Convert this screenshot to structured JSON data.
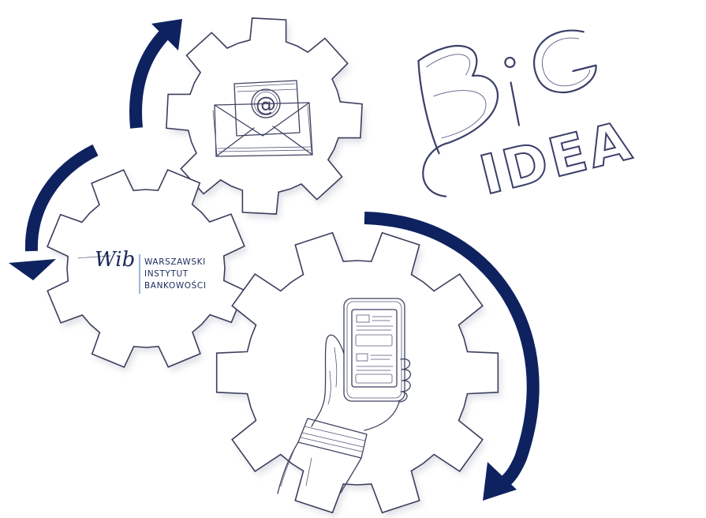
{
  "colors": {
    "arrow": "#0f2260",
    "gear_stroke": "#3b3f5c",
    "sketch": "#3d4260",
    "logo_text": "#1b2a5c",
    "logo_divider": "#6f9cc9"
  },
  "logo": {
    "mark": "Wib",
    "lines": [
      "WARSZAWSKI",
      "INSTYTUT",
      "BANKOWOŚCI"
    ]
  },
  "email_icon": {
    "symbol": "@"
  },
  "headline": {
    "word1": "BiG",
    "word2": "IDEA"
  },
  "icons": [
    "envelope-icon",
    "smartphone-in-hand-icon",
    "cycle-arrow-icon"
  ]
}
